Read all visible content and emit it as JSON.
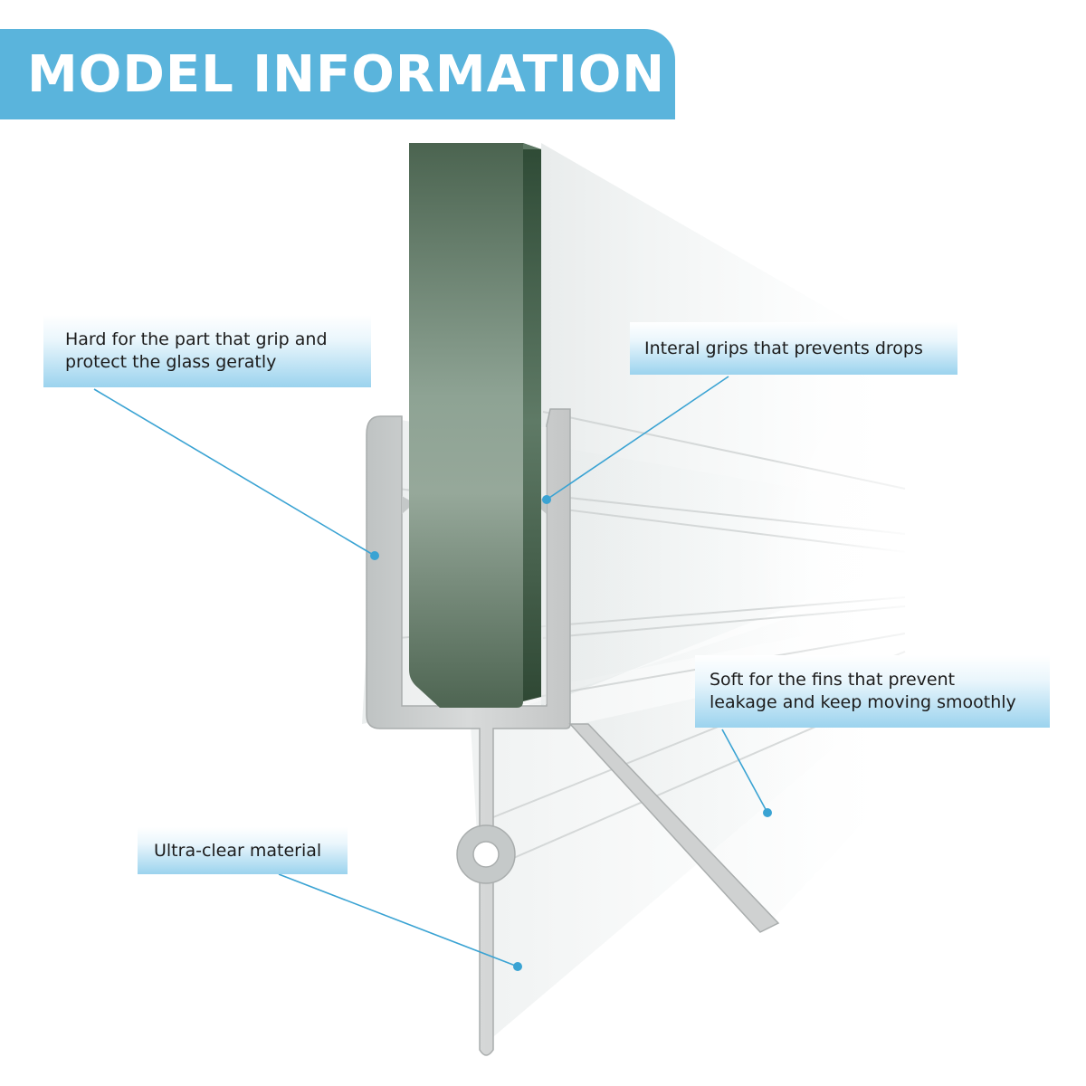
{
  "banner": {
    "title": "MODEL INFORMATION",
    "color": "#5ab4dc"
  },
  "callouts": {
    "hard": {
      "line1": "Hard for the part that grip and",
      "line2": "protect the glass geratly"
    },
    "grips": {
      "line1": "Interal grips that prevents drops"
    },
    "soft": {
      "line1": "Soft for the fins that prevent",
      "line2": "leakage and keep moving smoothly"
    },
    "clear": {
      "line1": "Ultra-clear material"
    }
  },
  "colors": {
    "leader_line": "#3aa3d3",
    "glass": "#4f6a55",
    "seal": "#c9c9c9"
  }
}
